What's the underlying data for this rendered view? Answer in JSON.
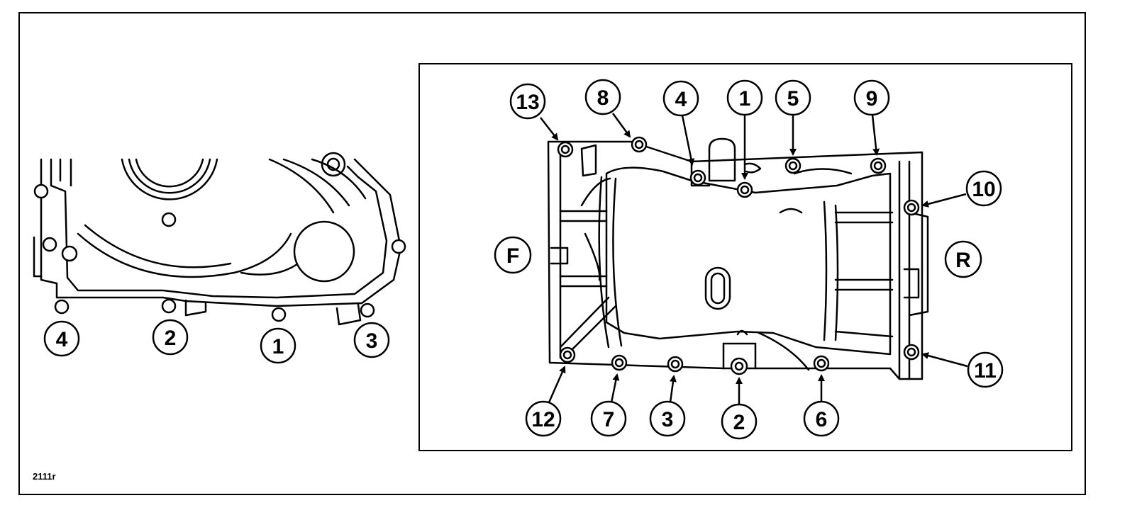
{
  "figure_code": "2111r",
  "left_view": {
    "callouts": [
      "4",
      "2",
      "1",
      "3"
    ]
  },
  "right_view": {
    "front_label": "F",
    "rear_label": "R",
    "callouts": [
      "13",
      "8",
      "4",
      "1",
      "5",
      "9",
      "10",
      "11",
      "6",
      "2",
      "3",
      "7",
      "12"
    ]
  },
  "colors": {
    "ink": "#000000",
    "paper": "#ffffff"
  }
}
